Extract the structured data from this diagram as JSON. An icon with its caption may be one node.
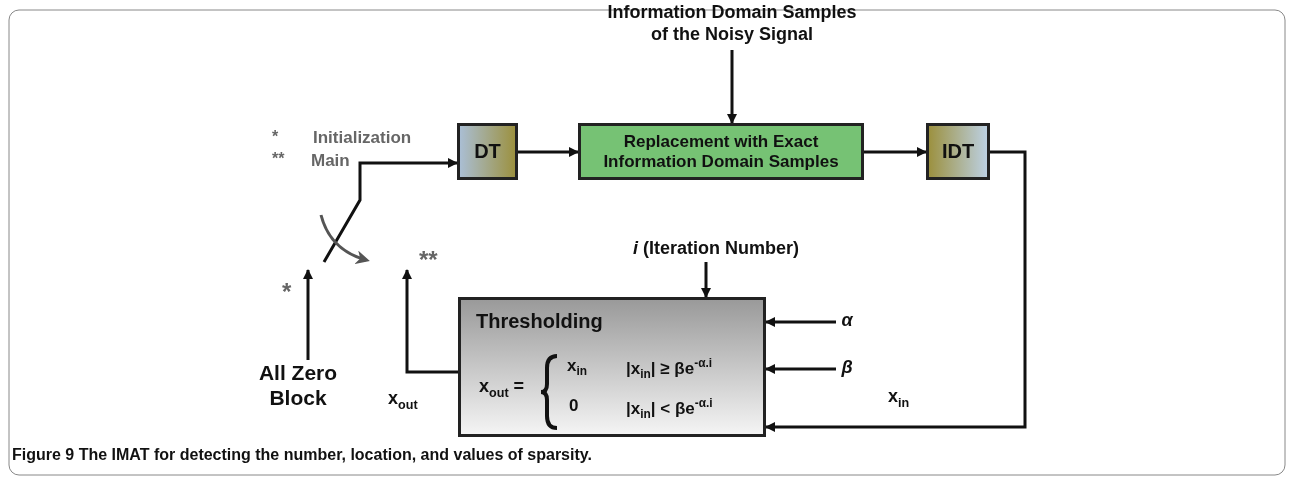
{
  "diagram": {
    "caption": "Figure 9 The IMAT for detecting the number, location, and values of sparsity.",
    "nodes": [
      {
        "text": [
          "Information Domain Samples of the Noisy Signal"
        ]
      },
      {
        "text": [
          "DT"
        ]
      },
      {
        "text": [
          "Replacement with Exact Information Domain Samples"
        ]
      },
      {
        "text": [
          "IDT"
        ]
      },
      {
        "text": [
          "Thresholding",
          "x$_{out}$ =",
          "x$_{in}$",
          "|x$_{in}$| ≥ βe$^{-α.i}$",
          "0",
          "|x$_{in}$| < βe$^{-α.i}$"
        ]
      },
      {
        "text": [
          "*i* (Iteration Number)"
        ]
      },
      {
        "text": [
          "α"
        ]
      },
      {
        "text": [
          "β"
        ]
      },
      {
        "text": [
          "All Zero Block"
        ]
      },
      {
        "text": [],
        "shape": "switch",
        "beside": [
          "*",
          "**"
        ]
      }
    ],
    "edges": [
      {
        "from": 0,
        "to": 2,
        "arrow": "to"
      },
      {
        "from": 9,
        "to": 1,
        "arrow": "to"
      },
      {
        "from": 1,
        "to": 2,
        "arrow": "to"
      },
      {
        "from": 2,
        "to": 3,
        "arrow": "to"
      },
      {
        "from": 3,
        "to": 4,
        "arrow": "to",
        "label": "x$_{in}$"
      },
      {
        "from": 5,
        "to": 4,
        "arrow": "to"
      },
      {
        "from": 6,
        "to": 4,
        "arrow": "to"
      },
      {
        "from": 7,
        "to": 4,
        "arrow": "to"
      },
      {
        "from": 8,
        "to": 9,
        "arrow": "to"
      },
      {
        "from": 4,
        "to": 9,
        "arrow": "to",
        "label": "x$_{out}$"
      }
    ],
    "labels": [
      "*",
      "Initialization",
      "**",
      "Main"
    ]
  }
}
